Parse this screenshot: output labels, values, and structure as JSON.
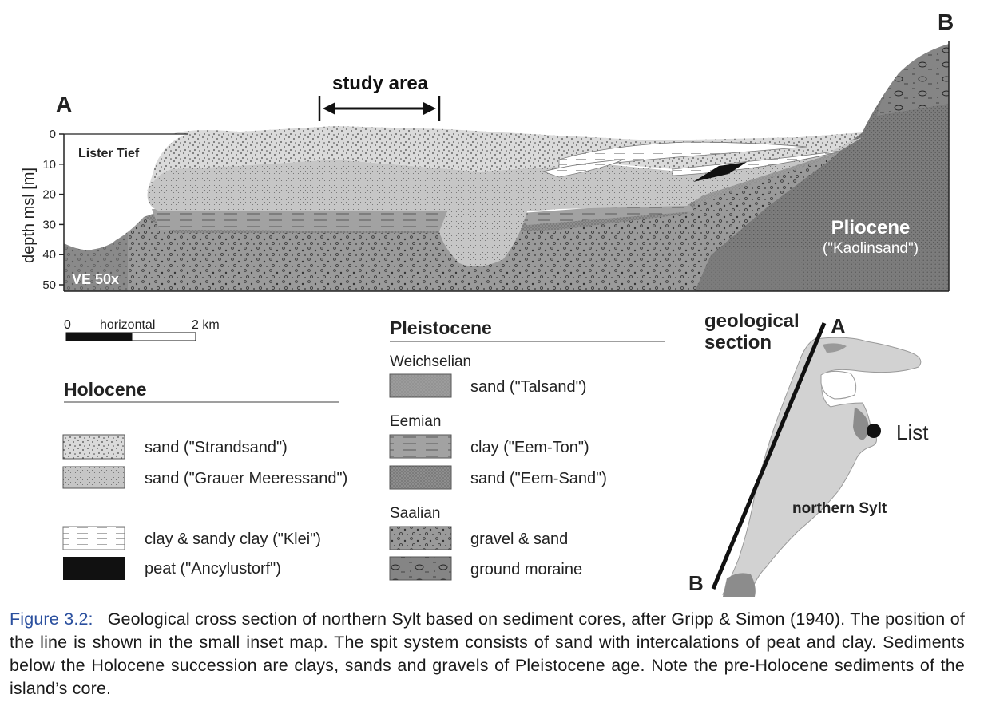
{
  "section": {
    "label_a": "A",
    "label_b": "B",
    "study_area": "study area",
    "lister_tief": "Lister Tief",
    "pliocene_title": "Pliocene",
    "pliocene_sub": "(\"Kaolinsand\")",
    "ve": "VE 50x",
    "y_axis_label": "depth msl [m]",
    "y_ticks": [
      "0",
      "10",
      "20",
      "30",
      "40",
      "50"
    ]
  },
  "scale_bar": {
    "start": "0",
    "label": "horizontal",
    "end": "2 km"
  },
  "legend": {
    "holocene": {
      "title": "Holocene",
      "items": [
        {
          "label": "sand (\"Strandsand\")"
        },
        {
          "label": "sand (\"Grauer Meeressand\")"
        },
        {
          "label": "clay & sandy clay (\"Klei\")"
        },
        {
          "label": "peat (\"Ancylustorf\")"
        }
      ]
    },
    "pleistocene": {
      "title": "Pleistocene",
      "groups": [
        {
          "name": "Weichselian",
          "items": [
            {
              "label": "sand (\"Talsand\")"
            }
          ]
        },
        {
          "name": "Eemian",
          "items": [
            {
              "label": "clay (\"Eem-Ton\")"
            },
            {
              "label": "sand (\"Eem-Sand\")"
            }
          ]
        },
        {
          "name": "Saalian",
          "items": [
            {
              "label": "gravel & sand"
            },
            {
              "label": "ground moraine"
            }
          ]
        }
      ]
    }
  },
  "inset_map": {
    "title_line1": "geological",
    "title_line2": "section",
    "point_a": "A",
    "point_b": "B",
    "town": "List",
    "region": "northern Sylt"
  },
  "caption": {
    "label": "Figure 3.2:",
    "text": "Geological cross section of northern Sylt based on sediment cores, after Gripp & Simon (1940). The position of the line is shown in the small inset map. The spit system consists of sand with intercalations of peat and clay. Sediments below the Holocene succession are clays, sands and gravels of Pleistocene age. Note the pre-Holocene sediments of the island’s core."
  },
  "colors": {
    "strandsand": "#d4d4d4",
    "meeressand": "#bdbdbd",
    "talsand": "#a6a6a6",
    "eem_sand": "#9a9a9a",
    "gravel": "#8c8c8c",
    "moraine": "#7e7e7e",
    "pliocene": "#7a7a7a",
    "peat": "#111111",
    "caption_label": "#2a4f9e"
  }
}
